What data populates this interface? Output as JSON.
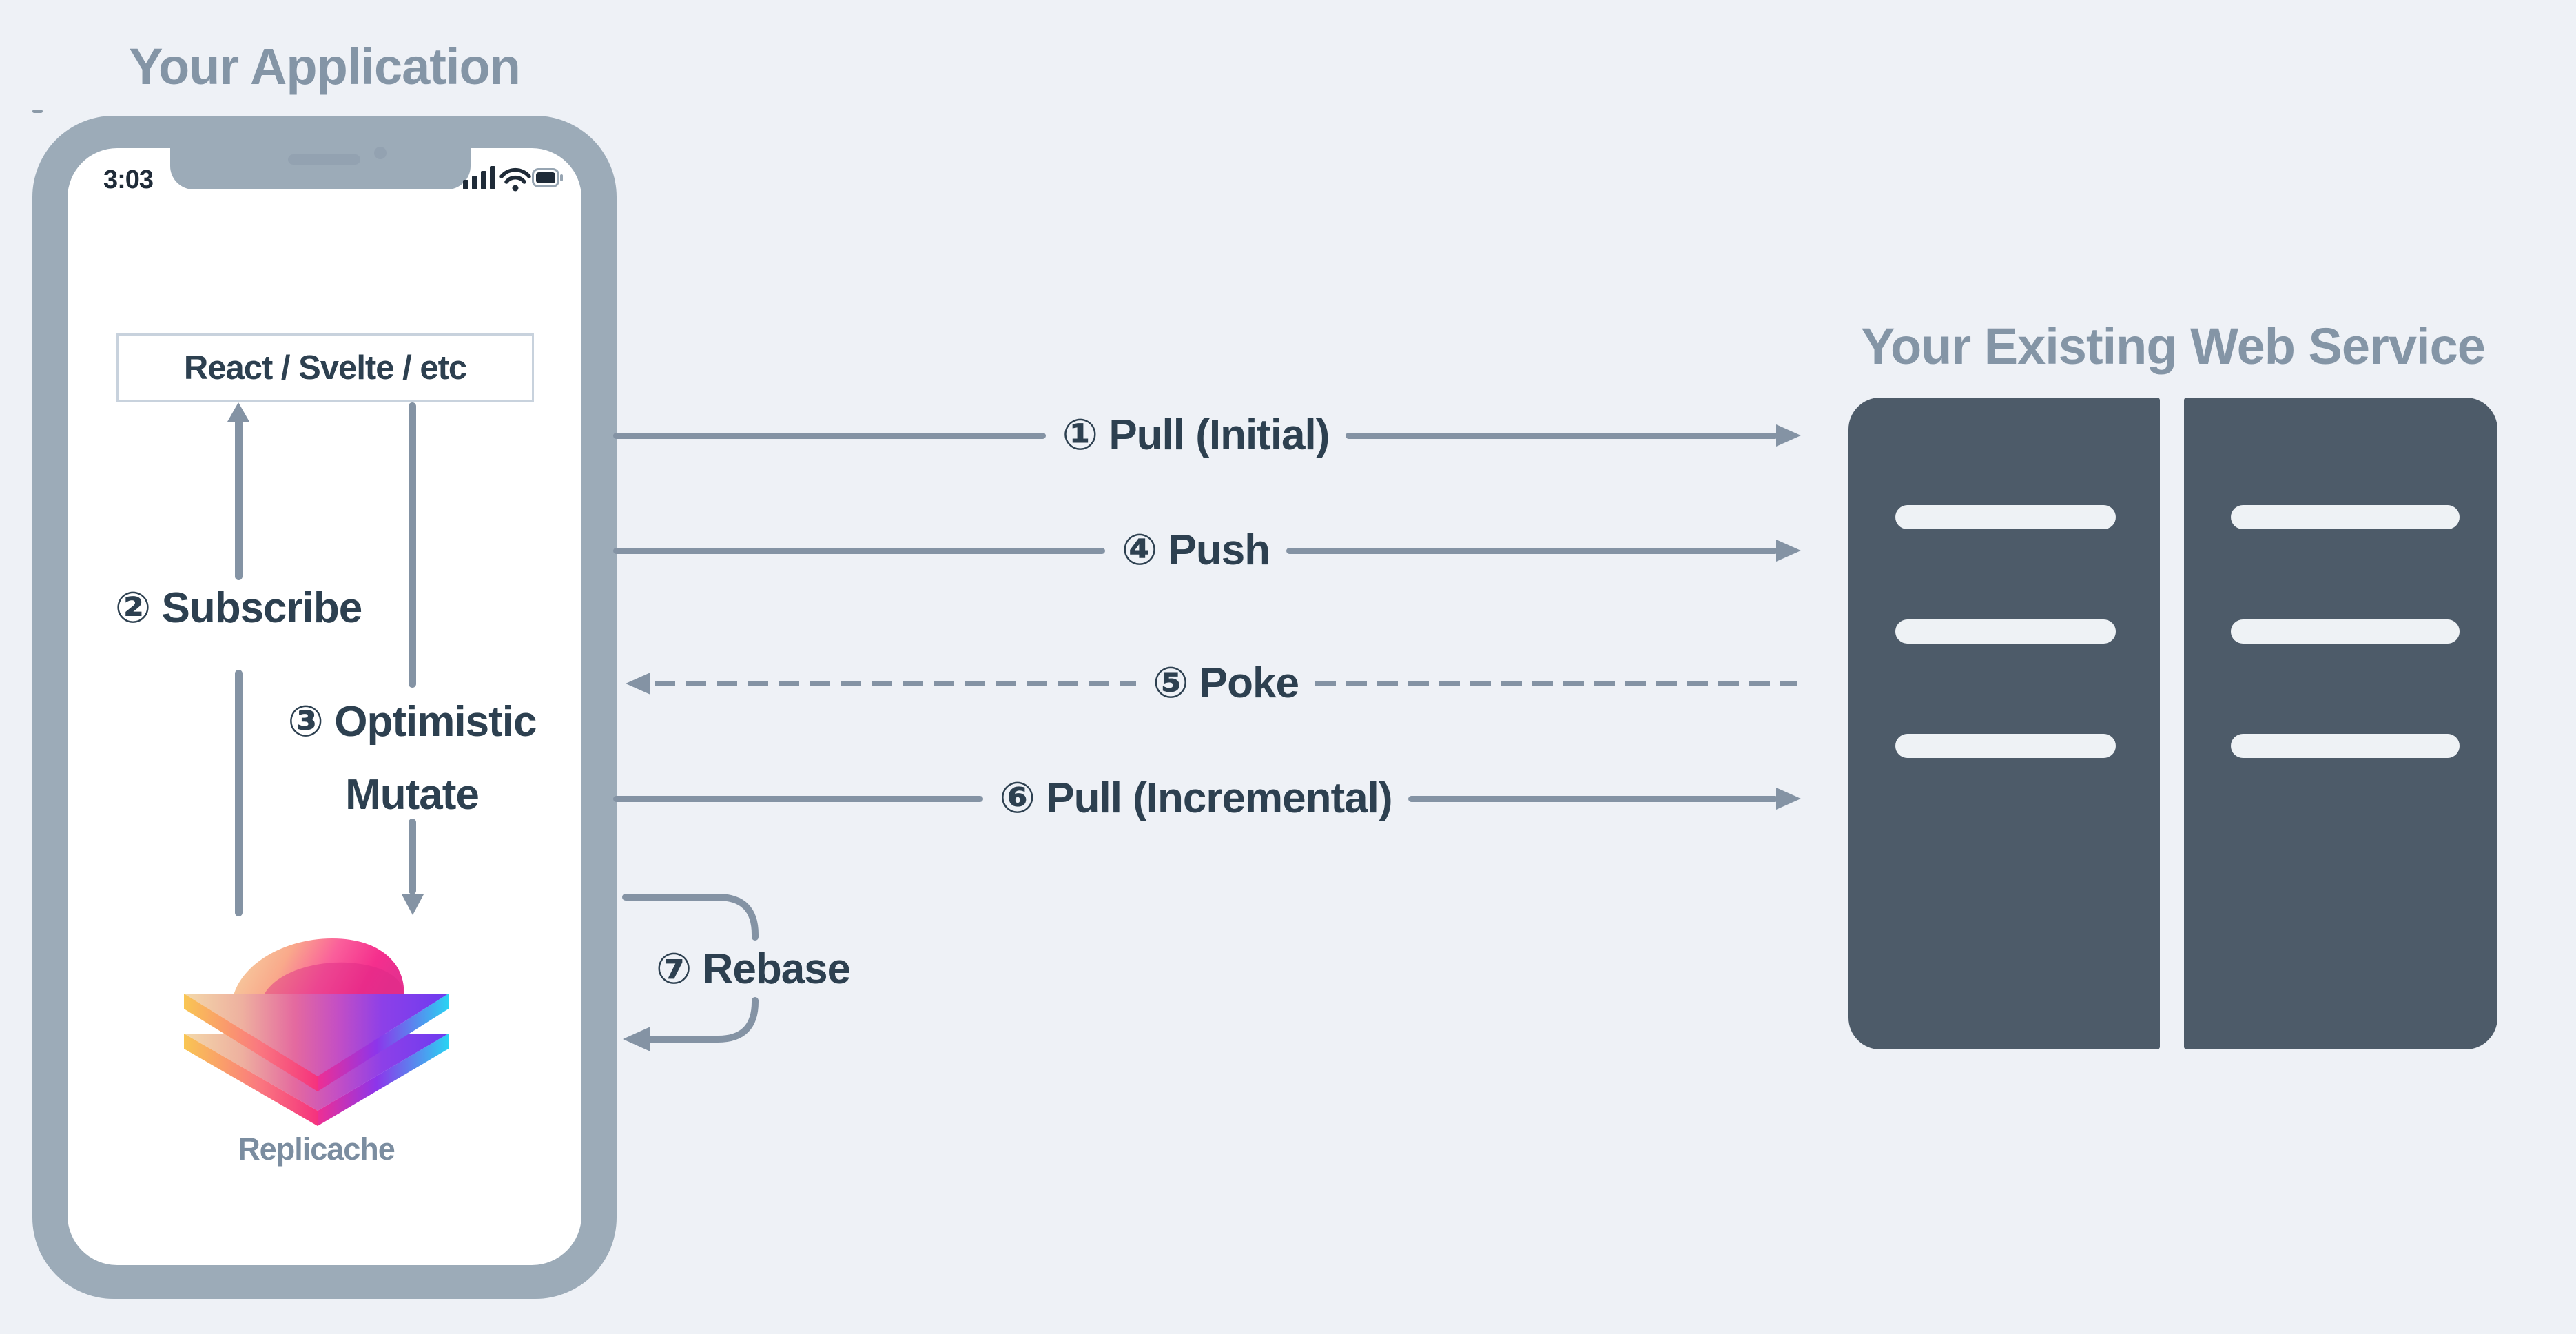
{
  "application": {
    "title": "Your Application",
    "phone": {
      "status_time": "3:03",
      "status_icons": [
        "signal-icon",
        "wifi-icon",
        "battery-icon"
      ],
      "framework_box": "React / Svelte / etc",
      "logo_name": "Replicache"
    },
    "flows": {
      "subscribe": "② Subscribe",
      "optimistic_line1": "③ Optimistic",
      "optimistic_line2": "Mutate"
    }
  },
  "web_service": {
    "title": "Your Existing Web Service"
  },
  "network_flows": {
    "pull_initial": {
      "label": "① Pull (Initial)",
      "style": "solid",
      "direction": "to-service"
    },
    "push": {
      "label": "④ Push",
      "style": "solid",
      "direction": "to-service"
    },
    "poke": {
      "label": "⑤ Poke",
      "style": "dashed",
      "direction": "to-app"
    },
    "pull_incremental": {
      "label": "⑥ Pull (Incremental)",
      "style": "solid",
      "direction": "to-service"
    },
    "rebase": {
      "label": "⑦ Rebase",
      "style": "loop",
      "direction": "to-app"
    }
  },
  "colors": {
    "background": "#eef1f6",
    "arrow": "#8493a4",
    "label": "#2d4050",
    "title": "#8495a6",
    "bezel": "#9cabb8",
    "notch-detail": "#93a2b1",
    "server": "#4d5b69",
    "slot": "#eef2f5",
    "box-border": "#c8d2dd",
    "status-dark": "#1f2b38"
  }
}
